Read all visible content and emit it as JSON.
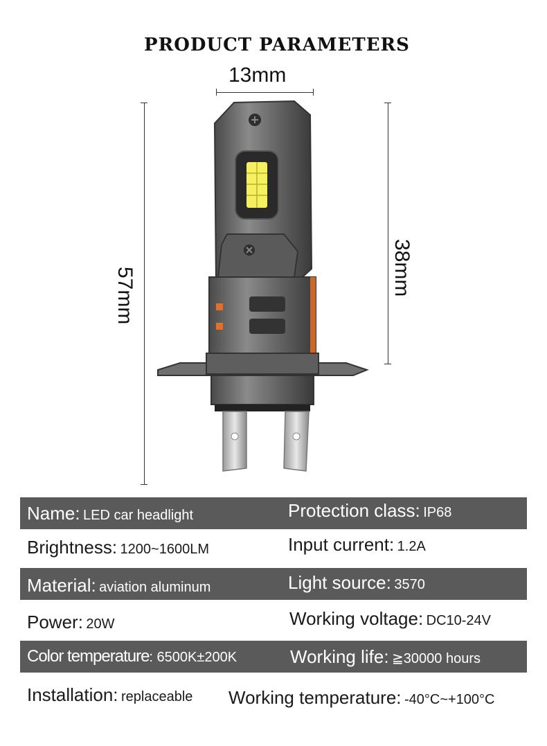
{
  "title": "PRODUCT PARAMETERS",
  "dimensions": {
    "width": "13mm",
    "height": "57mm",
    "depth": "38mm"
  },
  "specs": [
    {
      "left_key": "Name:",
      "left_val": "LED car headlight",
      "right_key": "Protection class:",
      "right_val": "IP68"
    },
    {
      "left_key": "Brightness:",
      "left_val": "1200~1600LM",
      "right_key": "Input current:",
      "right_val": "1.2A"
    },
    {
      "left_key": "Material:",
      "left_val": "aviation aluminum",
      "right_key": "Light source:",
      "right_val": "3570"
    },
    {
      "left_key": "Power:",
      "left_val": "20W",
      "right_key": "Working voltage:",
      "right_val": "DC10-24V"
    },
    {
      "left_key": "Color temperature",
      "left_val": ": 6500K±200K",
      "right_key": "Working life:",
      "right_val": "≧30000 hours"
    },
    {
      "left_key": "Installation:",
      "left_val": "replaceable",
      "right_key": "Working temperature:",
      "right_val": "-40°C~+100°C"
    }
  ],
  "colors": {
    "row_dark": "#5a5a5a",
    "bulb_body": "#6b6b6b",
    "accent_orange": "#e0702a",
    "led_yellow": "#f4f060"
  }
}
